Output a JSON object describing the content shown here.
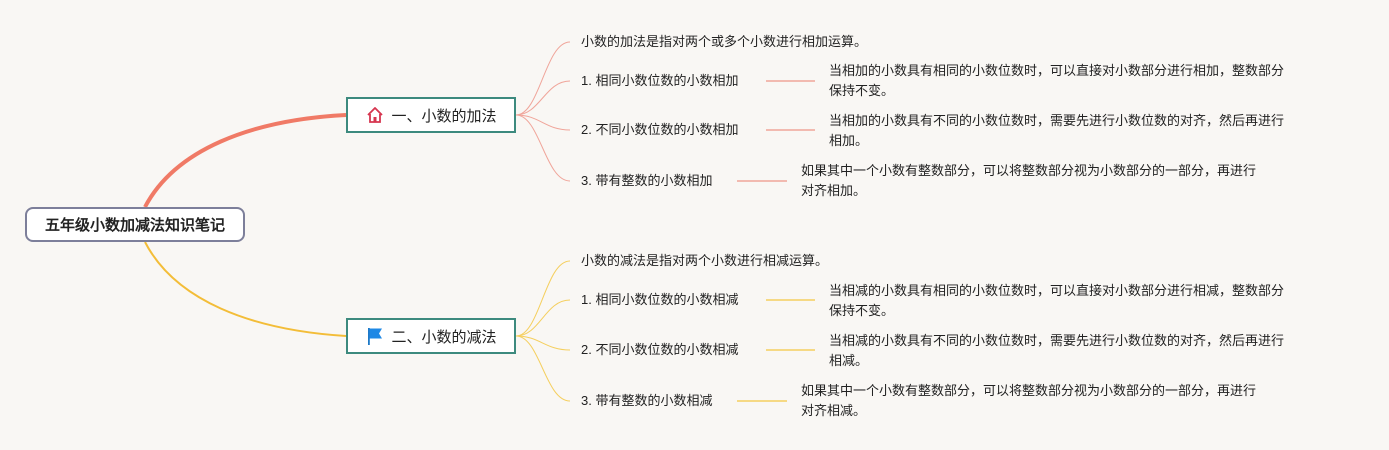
{
  "root": {
    "title": "五年级小数加减法知识笔记"
  },
  "colors": {
    "branch_add": "#f07a66",
    "branch_sub": "#f3bd38",
    "leaf_add": "#f0a59a",
    "leaf_sub": "#f5cf5e",
    "node_border": "#3d8a7e",
    "root_border": "#7d7f9a"
  },
  "branches": [
    {
      "title": "一、小数的加法",
      "icon": "house-icon",
      "intro": "小数的加法是指对两个或多个小数进行相加运算。",
      "items": [
        {
          "label": "1. 相同小数位数的小数相加",
          "desc_line1": "当相加的小数具有相同的小数位数时，可以直接对小数部分进行相加，整数部分",
          "desc_line2": "保持不变。"
        },
        {
          "label": "2. 不同小数位数的小数相加",
          "desc_line1": "当相加的小数具有不同的小数位数时，需要先进行小数位数的对齐，然后再进行",
          "desc_line2": "相加。"
        },
        {
          "label": "3. 带有整数的小数相加",
          "desc_line1": "如果其中一个小数有整数部分，可以将整数部分视为小数部分的一部分，再进行",
          "desc_line2": "对齐相加。"
        }
      ]
    },
    {
      "title": "二、小数的减法",
      "icon": "flag-icon",
      "intro": "小数的减法是指对两个小数进行相减运算。",
      "items": [
        {
          "label": "1. 相同小数位数的小数相减",
          "desc_line1": "当相减的小数具有相同的小数位数时，可以直接对小数部分进行相减，整数部分",
          "desc_line2": "保持不变。"
        },
        {
          "label": "2. 不同小数位数的小数相减",
          "desc_line1": "当相减的小数具有不同的小数位数时，需要先进行小数位数的对齐，然后再进行",
          "desc_line2": "相减。"
        },
        {
          "label": "3. 带有整数的小数相减",
          "desc_line1": "如果其中一个小数有整数部分，可以将整数部分视为小数部分的一部分，再进行",
          "desc_line2": "对齐相减。"
        }
      ]
    }
  ]
}
